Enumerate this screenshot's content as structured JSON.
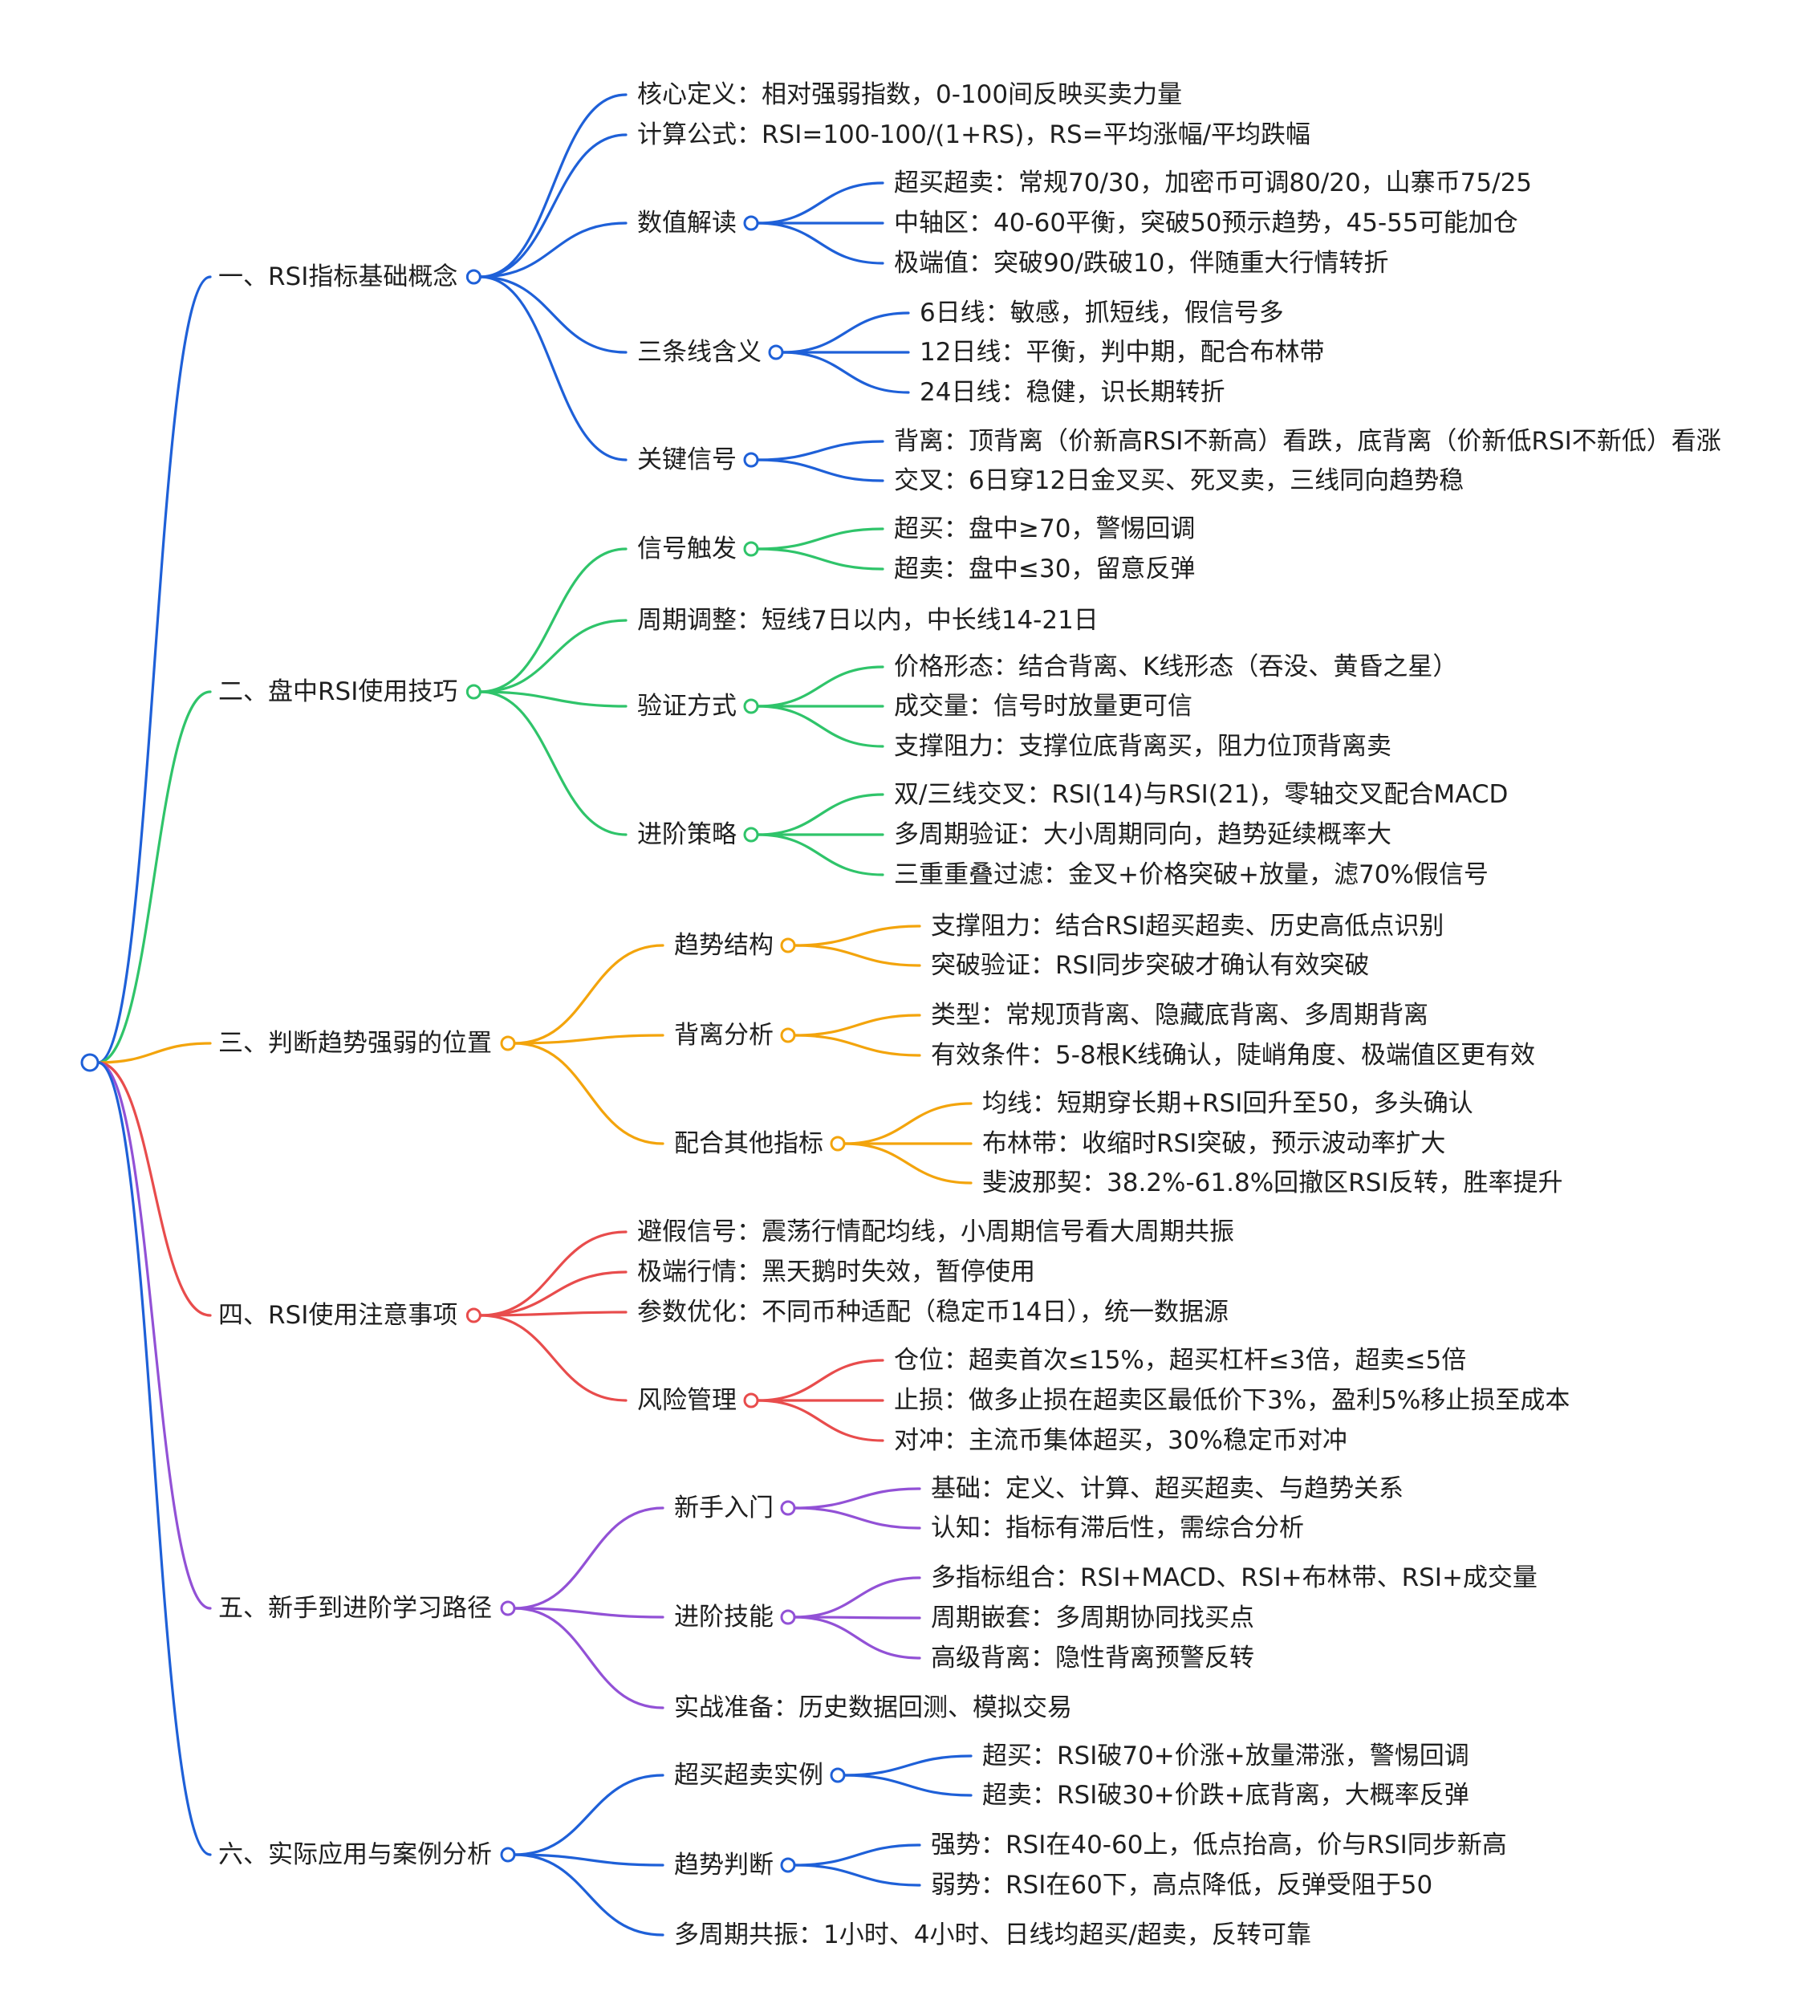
{
  "colors": {
    "blue": "#1e60d8",
    "green": "#2fc46a",
    "orange": "#f3a40c",
    "red": "#e84c4c",
    "purple": "#9251d6",
    "text": "#1f1f1f"
  },
  "mindmap": {
    "branches": [
      {
        "label": "一、RSI指标基础概念",
        "color": "blue",
        "children": [
          {
            "label": "核心定义：相对强弱指数，0-100间反映买卖力量"
          },
          {
            "label": "计算公式：RSI=100-100/(1+RS)，RS=平均涨幅/平均跌幅"
          },
          {
            "label": "数值解读",
            "children": [
              {
                "label": "超买超卖：常规70/30，加密币可调80/20，山寨币75/25"
              },
              {
                "label": "中轴区：40-60平衡，突破50预示趋势，45-55可能加仓"
              },
              {
                "label": "极端值：突破90/跌破10，伴随重大行情转折"
              }
            ]
          },
          {
            "label": "三条线含义",
            "children": [
              {
                "label": "6日线：敏感，抓短线，假信号多"
              },
              {
                "label": "12日线：平衡，判中期，配合布林带"
              },
              {
                "label": "24日线：稳健，识长期转折"
              }
            ]
          },
          {
            "label": "关键信号",
            "children": [
              {
                "label": "背离：顶背离（价新高RSI不新高）看跌，底背离（价新低RSI不新低）看涨"
              },
              {
                "label": "交叉：6日穿12日金叉买、死叉卖，三线同向趋势稳"
              }
            ]
          }
        ]
      },
      {
        "label": "二、盘中RSI使用技巧",
        "color": "green",
        "children": [
          {
            "label": "信号触发",
            "children": [
              {
                "label": "超买：盘中≥70，警惕回调"
              },
              {
                "label": "超卖：盘中≤30，留意反弹"
              }
            ]
          },
          {
            "label": "周期调整：短线7日以内，中长线14-21日"
          },
          {
            "label": "验证方式",
            "children": [
              {
                "label": "价格形态：结合背离、K线形态（吞没、黄昏之星）"
              },
              {
                "label": "成交量：信号时放量更可信"
              },
              {
                "label": "支撑阻力：支撑位底背离买，阻力位顶背离卖"
              }
            ]
          },
          {
            "label": "进阶策略",
            "children": [
              {
                "label": "双/三线交叉：RSI(14)与RSI(21)，零轴交叉配合MACD"
              },
              {
                "label": "多周期验证：大小周期同向，趋势延续概率大"
              },
              {
                "label": "三重重叠过滤：金叉+价格突破+放量，滤70%假信号"
              }
            ]
          }
        ]
      },
      {
        "label": "三、判断趋势强弱的位置",
        "color": "orange",
        "children": [
          {
            "label": "趋势结构",
            "children": [
              {
                "label": "支撑阻力：结合RSI超买超卖、历史高低点识别"
              },
              {
                "label": "突破验证：RSI同步突破才确认有效突破"
              }
            ]
          },
          {
            "label": "背离分析",
            "children": [
              {
                "label": "类型：常规顶背离、隐藏底背离、多周期背离"
              },
              {
                "label": "有效条件：5-8根K线确认，陡峭角度、极端值区更有效"
              }
            ]
          },
          {
            "label": "配合其他指标",
            "children": [
              {
                "label": "均线：短期穿长期+RSI回升至50，多头确认"
              },
              {
                "label": "布林带：收缩时RSI突破，预示波动率扩大"
              },
              {
                "label": "斐波那契：38.2%-61.8%回撤区RSI反转，胜率提升"
              }
            ]
          }
        ]
      },
      {
        "label": "四、RSI使用注意事项",
        "color": "red",
        "children": [
          {
            "label": "避假信号：震荡行情配均线，小周期信号看大周期共振"
          },
          {
            "label": "极端行情：黑天鹅时失效，暂停使用"
          },
          {
            "label": "参数优化：不同币种适配（稳定币14日），统一数据源"
          },
          {
            "label": "风险管理",
            "children": [
              {
                "label": "仓位：超卖首次≤15%，超买杠杆≤3倍，超卖≤5倍"
              },
              {
                "label": "止损：做多止损在超卖区最低价下3%，盈利5%移止损至成本"
              },
              {
                "label": "对冲：主流币集体超买，30%稳定币对冲"
              }
            ]
          }
        ]
      },
      {
        "label": "五、新手到进阶学习路径",
        "color": "purple",
        "children": [
          {
            "label": "新手入门",
            "children": [
              {
                "label": "基础：定义、计算、超买超卖、与趋势关系"
              },
              {
                "label": "认知：指标有滞后性，需综合分析"
              }
            ]
          },
          {
            "label": "进阶技能",
            "children": [
              {
                "label": "多指标组合：RSI+MACD、RSI+布林带、RSI+成交量"
              },
              {
                "label": "周期嵌套：多周期协同找买点"
              },
              {
                "label": "高级背离：隐性背离预警反转"
              }
            ]
          },
          {
            "label": "实战准备：历史数据回测、模拟交易"
          }
        ]
      },
      {
        "label": "六、实际应用与案例分析",
        "color": "blue",
        "children": [
          {
            "label": "超买超卖实例",
            "children": [
              {
                "label": "超买：RSI破70+价涨+放量滞涨，警惕回调"
              },
              {
                "label": "超卖：RSI破30+价跌+底背离，大概率反弹"
              }
            ]
          },
          {
            "label": "趋势判断",
            "children": [
              {
                "label": "强势：RSI在40-60上，低点抬高，价与RSI同步新高"
              },
              {
                "label": "弱势：RSI在60下，高点降低，反弹受阻于50"
              }
            ]
          },
          {
            "label": "多周期共振：1小时、4小时、日线均超买/超卖，反转可靠"
          }
        ]
      }
    ]
  }
}
